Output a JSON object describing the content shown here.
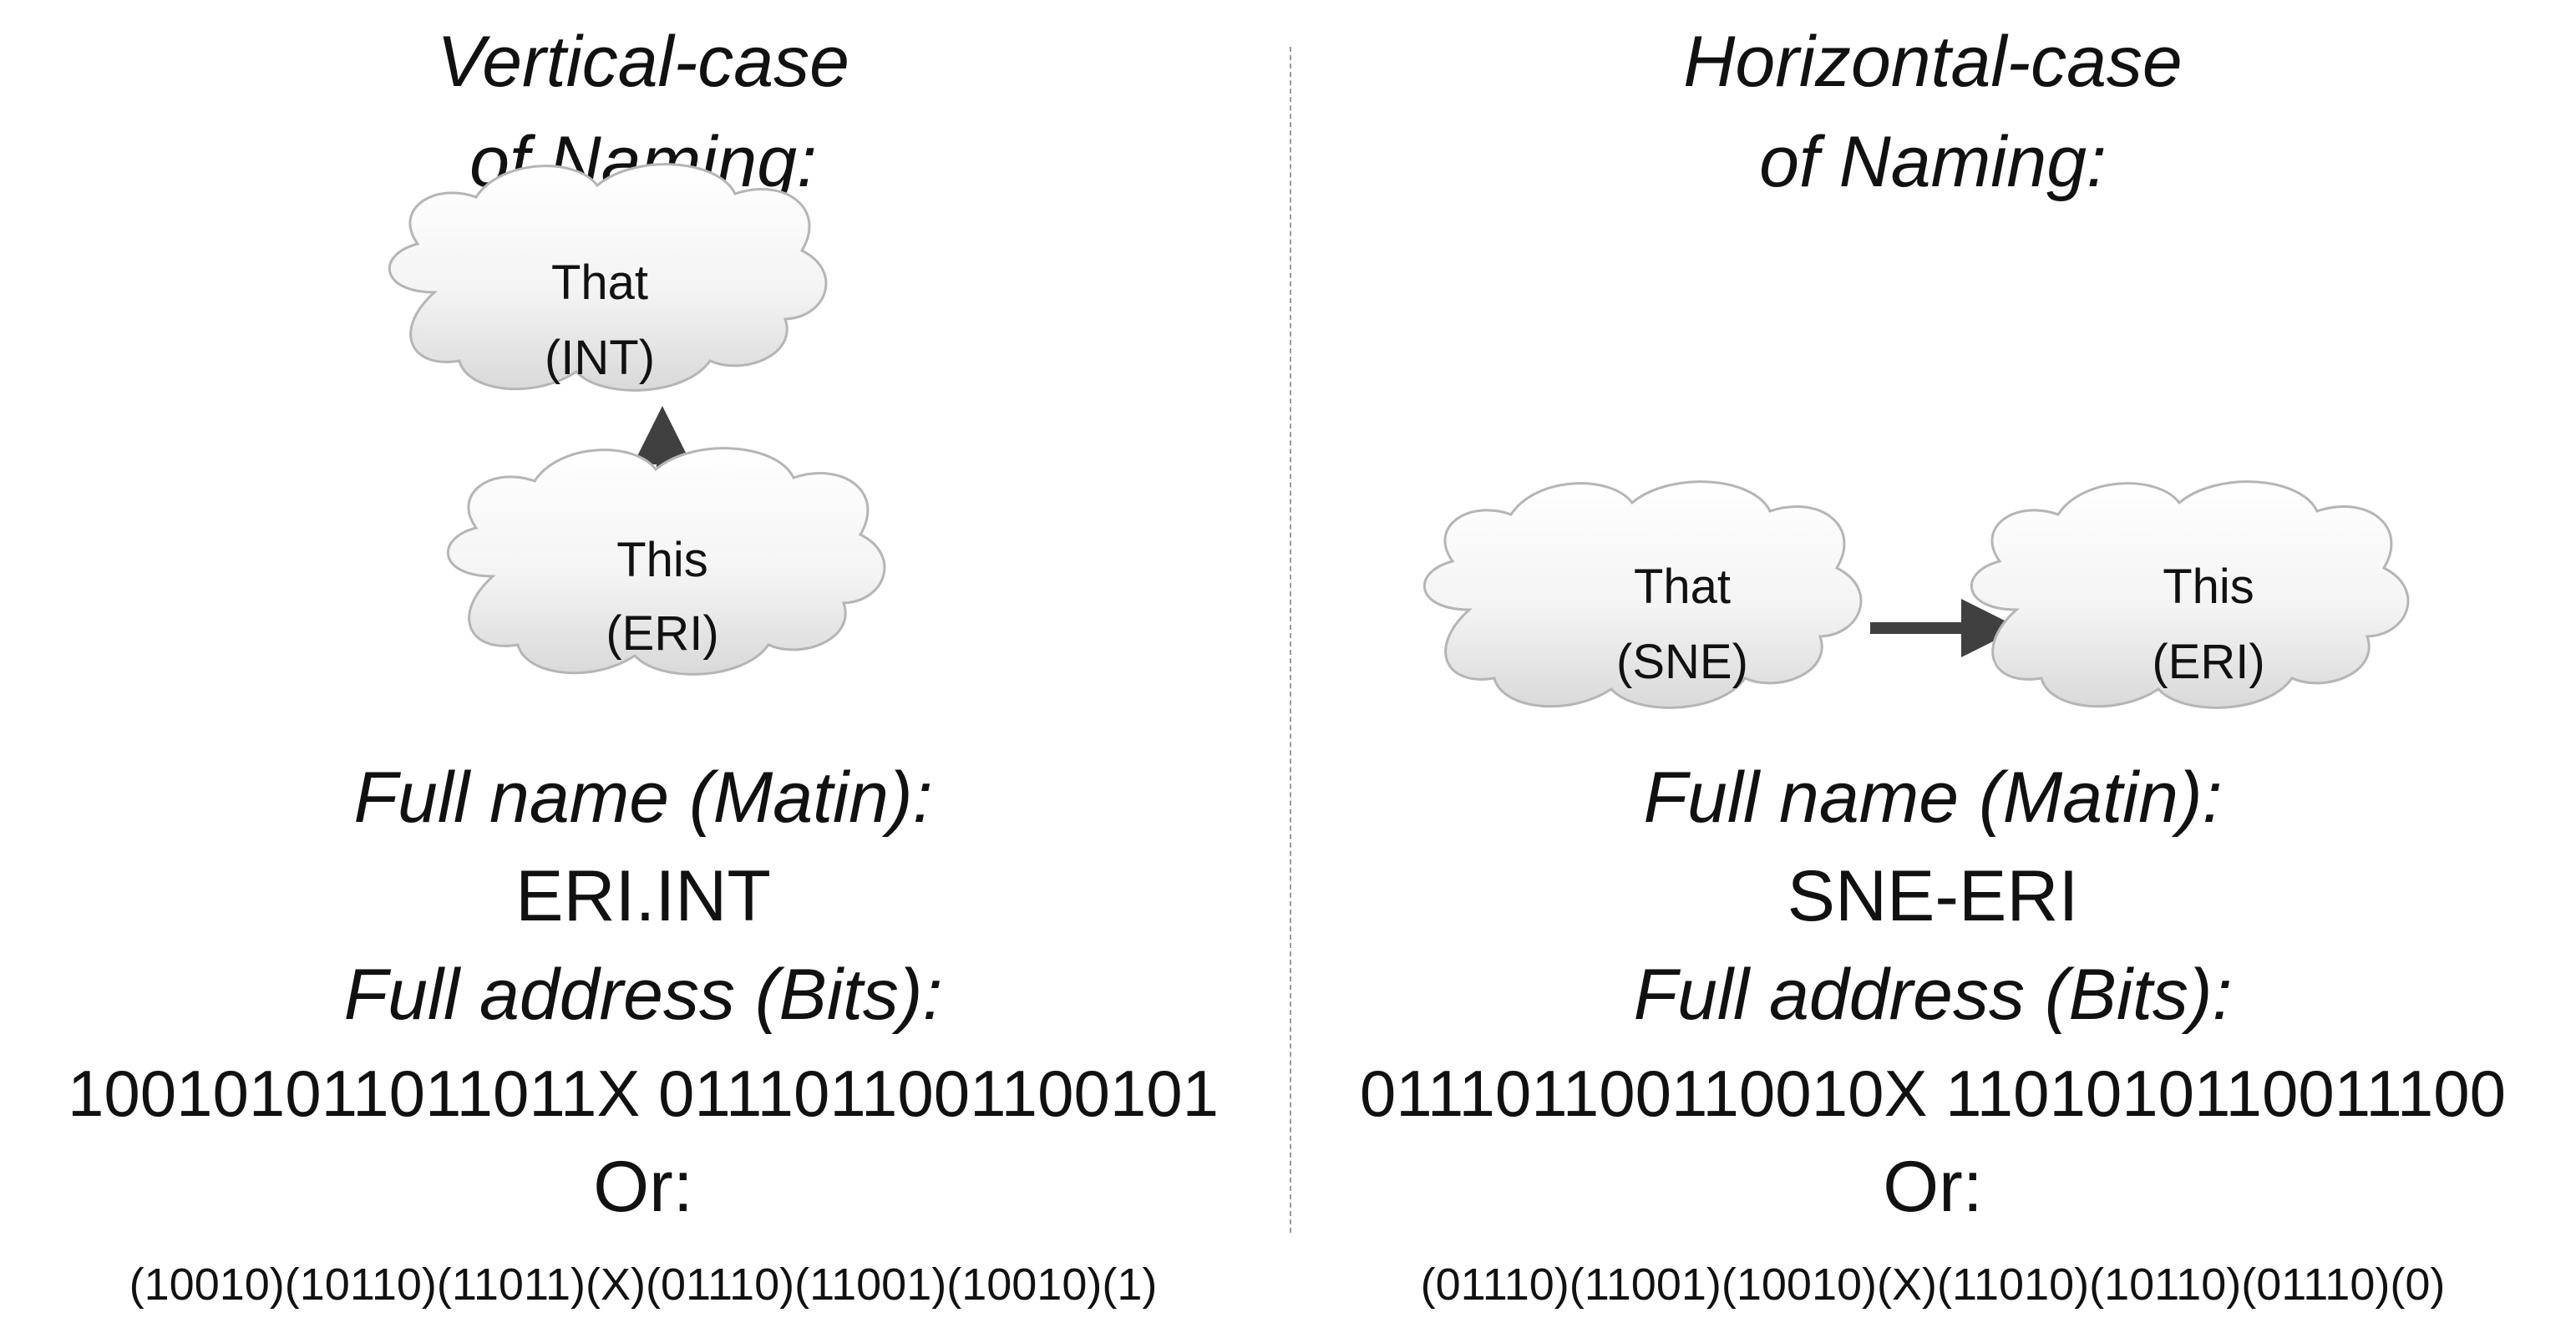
{
  "vertical": {
    "title_line1": "Vertical-case",
    "title_line2": "of Naming:",
    "top_node": {
      "line1": "That",
      "line2": "(INT)"
    },
    "bottom_node": {
      "line1": "This",
      "line2": "(ERI)"
    },
    "full_name_label": "Full name (Matin):",
    "full_name_value": "ERI.INT",
    "full_address_label": "Full address (Bits):",
    "full_address_value": "100101011011011X 0111011001100101",
    "or_label": "Or:",
    "grouped_bits": "(10010)(10110)(11011)(X)(01110)(11001)(10010)(1)"
  },
  "horizontal": {
    "title_line1": "Horizontal-case",
    "title_line2": "of Naming:",
    "left_node": {
      "line1": "That",
      "line2": "(SNE)"
    },
    "right_node": {
      "line1": "This",
      "line2": "(ERI)"
    },
    "full_name_label": "Full name (Matin):",
    "full_name_value": "SNE-ERI",
    "full_address_label": "Full address (Bits):",
    "full_address_value": "011101100110010X 1101010110011100",
    "or_label": "Or:",
    "grouped_bits": "(01110)(11001)(10010)(X)(11010)(10110)(01110)(0)"
  }
}
